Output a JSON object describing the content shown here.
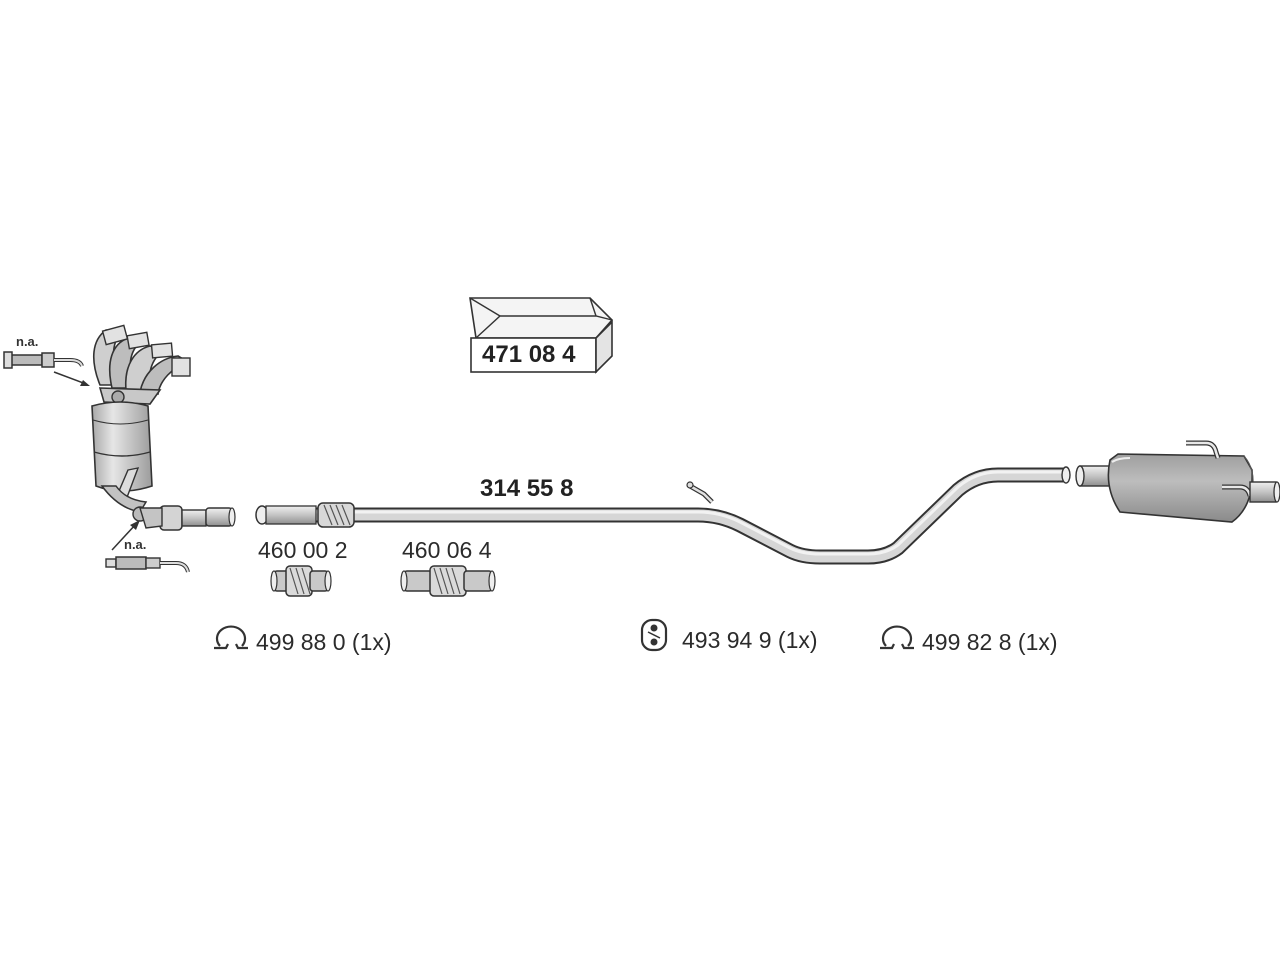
{
  "labels": {
    "na_top": "n.a.",
    "na_bottom": "n.a.",
    "kit_box": "471 08 4",
    "middle_pipe": "314 55 8",
    "flex_short": "460 00 2",
    "flex_long": "460 06 4",
    "clamp_left": "499 88 0 (1x)",
    "hanger": "493 94 9 (1x)",
    "clamp_right": "499 82 8 (1x)"
  },
  "colors": {
    "line": "#3a3a3a",
    "part_fill": "#c9c9c9",
    "part_light": "#e4e4e4",
    "part_dark": "#9a9a9a"
  }
}
